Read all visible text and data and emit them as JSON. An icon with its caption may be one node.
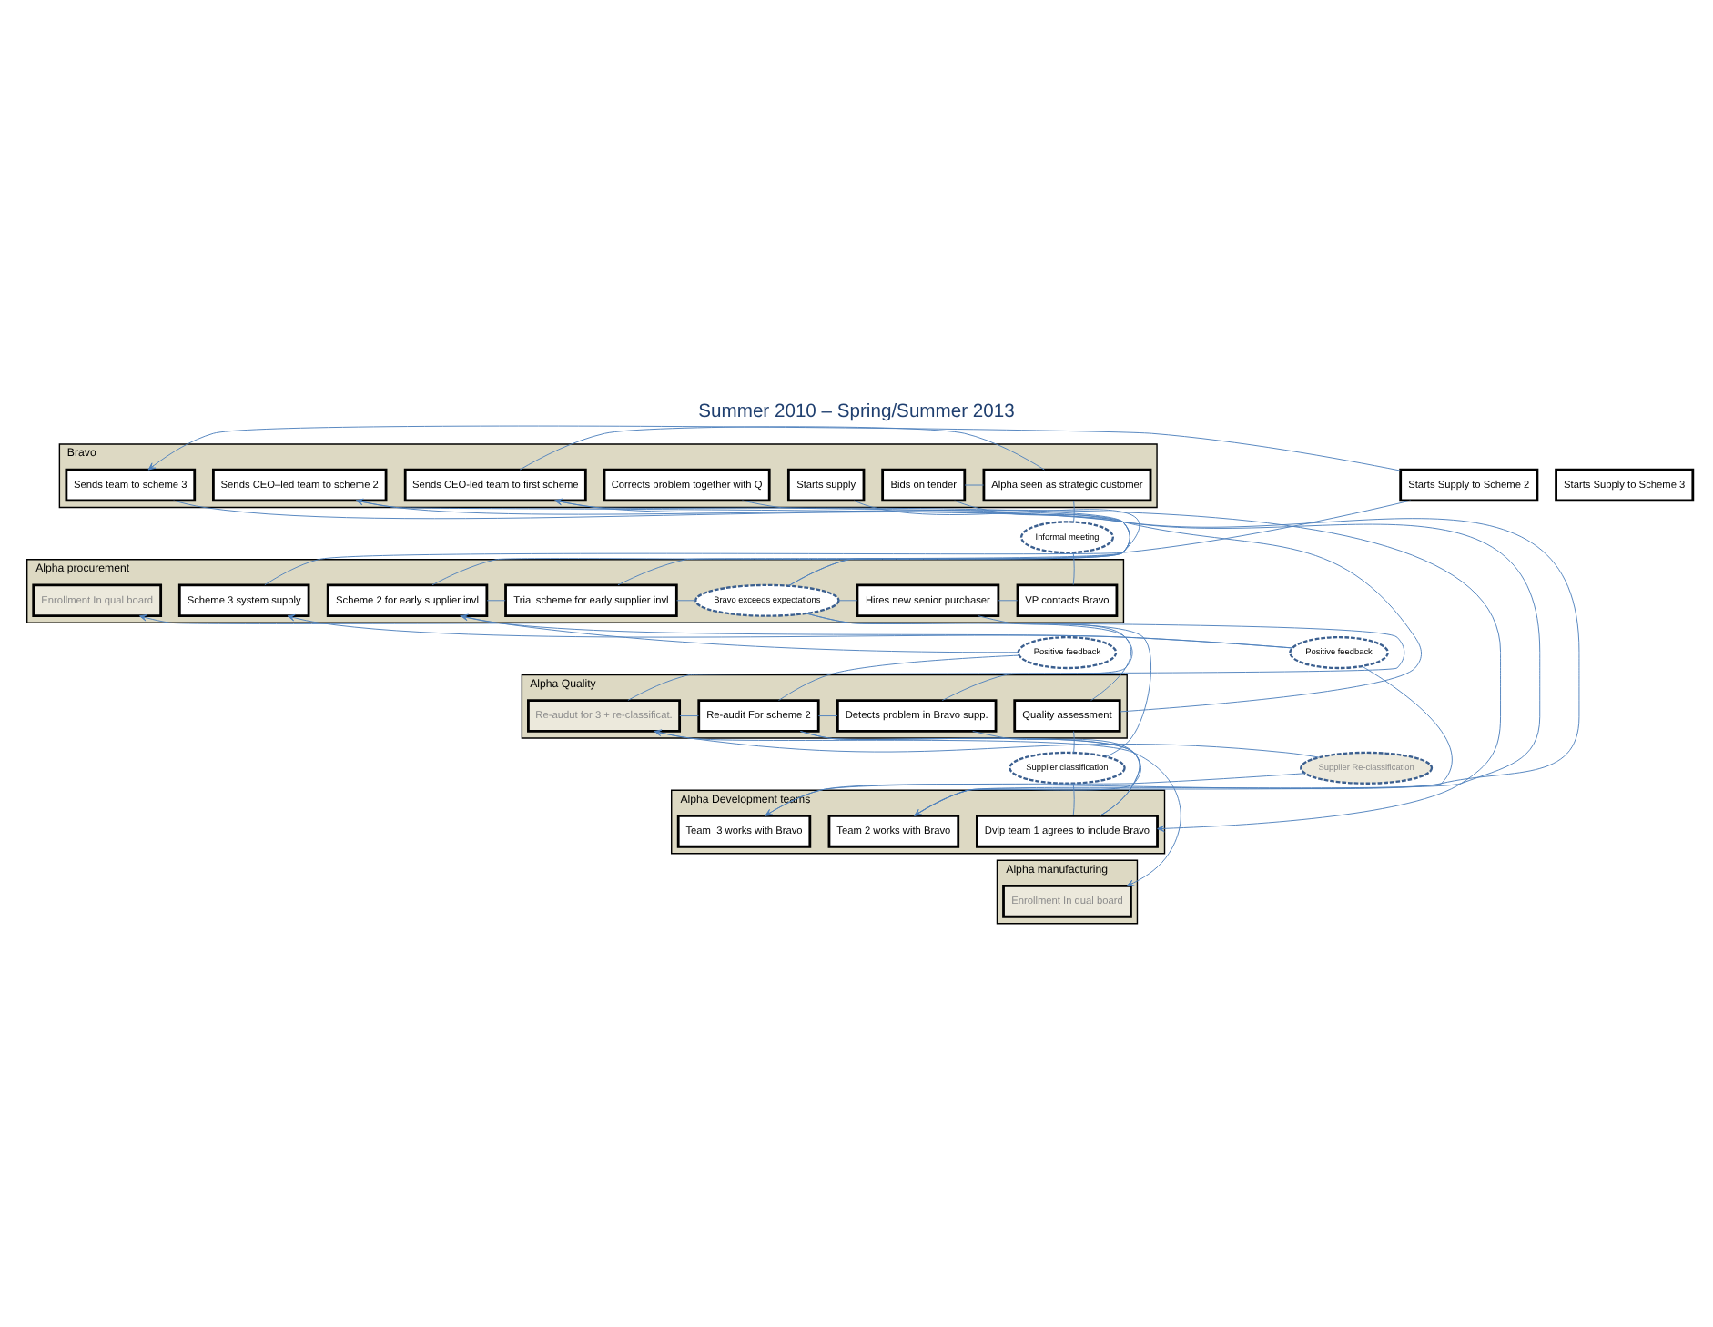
{
  "diagram": {
    "title": "Summer 2010 – Spring/Summer 2013",
    "nodes": [
      {
        "text": [
          "Bravo"
        ]
      },
      {
        "text": [
          "Alpha procurement"
        ]
      },
      {
        "text": [
          "Alpha Quality"
        ]
      },
      {
        "text": [
          "Alpha Development teams"
        ]
      },
      {
        "text": [
          "Alpha manufacturing"
        ]
      },
      {
        "text": [
          "Alpha seen as strategic customer"
        ],
        "in": 0
      },
      {
        "text": [
          "Bids on tender"
        ],
        "in": 0
      },
      {
        "text": [
          "Starts supply"
        ],
        "in": 0
      },
      {
        "text": [
          "Corrects problem together with Q"
        ],
        "in": 0
      },
      {
        "text": [
          "Sends CEO-led team to first scheme"
        ],
        "in": 0
      },
      {
        "text": [
          "Sends CEO–led team to scheme 2"
        ],
        "in": 0
      },
      {
        "text": [
          "Sends team to scheme 3"
        ],
        "in": 0
      },
      {
        "text": [
          "Starts Supply to Scheme 2"
        ]
      },
      {
        "text": [
          "Starts Supply to Scheme 3"
        ]
      },
      {
        "text": [
          "Informal meeting"
        ]
      },
      {
        "text": [
          "VP contacts Bravo"
        ],
        "in": 1
      },
      {
        "text": [
          "Hires new senior purchaser"
        ],
        "in": 1
      },
      {
        "text": [
          "Bravo exceeds expectations"
        ],
        "in": 1
      },
      {
        "text": [
          "Trial scheme for early supplier invl"
        ],
        "in": 1
      },
      {
        "text": [
          "Scheme 2 for early supplier invl"
        ],
        "in": 1
      },
      {
        "text": [
          "Scheme 3 system supply"
        ],
        "in": 1
      },
      {
        "text": [
          "Enrollment In qual board"
        ],
        "in": 1
      },
      {
        "text": [
          "Positive feedback"
        ]
      },
      {
        "text": [
          "Positive feedback"
        ]
      },
      {
        "text": [
          "Quality assessment"
        ],
        "in": 2
      },
      {
        "text": [
          "Detects problem in Bravo supp."
        ],
        "in": 2
      },
      {
        "text": [
          "Re-audit For scheme 2"
        ],
        "in": 2
      },
      {
        "text": [
          "Re-audut for 3 + re-classificat."
        ],
        "in": 2
      },
      {
        "text": [
          "Supplier classification"
        ]
      },
      {
        "text": [
          "Supplier Re-classification"
        ]
      },
      {
        "text": [
          "Dvlp team 1 agrees to include Bravo"
        ],
        "in": 3
      },
      {
        "text": [
          "Team 2 works with Bravo"
        ],
        "in": 3
      },
      {
        "text": [
          "Team  3 works with Bravo"
        ],
        "in": 3
      },
      {
        "text": [
          "Enrollment In qual board"
        ],
        "in": 4
      }
    ],
    "edges": [
      {
        "from": 5,
        "to": 6,
        "arrow": "none"
      },
      {
        "from": 5,
        "to": 9,
        "arrow": "none"
      },
      {
        "from": 5,
        "to": 14,
        "arrow": "none"
      },
      {
        "from": 14,
        "to": 15,
        "arrow": "none"
      },
      {
        "from": 15,
        "to": 16,
        "arrow": "none"
      },
      {
        "from": 16,
        "to": 17,
        "arrow": "none"
      },
      {
        "from": 16,
        "to": 24,
        "arrow": "none"
      },
      {
        "from": 6,
        "to": 24,
        "arrow": "none"
      },
      {
        "from": 24,
        "to": 28,
        "arrow": "none"
      },
      {
        "from": 7,
        "to": 17,
        "arrow": "none"
      },
      {
        "from": 17,
        "to": 28,
        "arrow": "none"
      },
      {
        "from": 8,
        "to": 17,
        "arrow": "none"
      },
      {
        "from": 17,
        "to": 25,
        "arrow": "none"
      },
      {
        "from": 17,
        "to": 18,
        "arrow": "none"
      },
      {
        "from": 28,
        "to": 30,
        "arrow": "none"
      },
      {
        "from": 25,
        "to": 30,
        "arrow": "none"
      },
      {
        "from": 25,
        "to": 26,
        "arrow": "none"
      },
      {
        "from": 18,
        "to": 9,
        "arrow": "to"
      },
      {
        "from": 9,
        "to": 30,
        "arrow": "to"
      },
      {
        "from": 18,
        "to": 19,
        "arrow": "none"
      },
      {
        "from": 19,
        "to": 10,
        "arrow": "to"
      },
      {
        "from": 22,
        "to": 19,
        "arrow": "to"
      },
      {
        "from": 26,
        "to": 22,
        "arrow": "none"
      },
      {
        "from": 26,
        "to": 30,
        "arrow": "none"
      },
      {
        "from": 26,
        "to": 31,
        "arrow": "none"
      },
      {
        "from": 10,
        "to": 31,
        "arrow": "to"
      },
      {
        "from": 19,
        "to": 23,
        "arrow": "none"
      },
      {
        "from": 23,
        "to": 20,
        "arrow": "to"
      },
      {
        "from": 31,
        "to": 23,
        "arrow": "none"
      },
      {
        "from": 12,
        "to": 11,
        "arrow": "to"
      },
      {
        "from": 12,
        "to": 20,
        "arrow": "none"
      },
      {
        "from": 26,
        "to": 27,
        "arrow": "none"
      },
      {
        "from": 11,
        "to": 32,
        "arrow": "to"
      },
      {
        "from": 32,
        "to": 29,
        "arrow": "none"
      },
      {
        "from": 29,
        "to": 27,
        "arrow": "to"
      },
      {
        "from": 27,
        "to": 21,
        "arrow": "to"
      },
      {
        "from": 27,
        "to": 33,
        "arrow": "to"
      }
    ]
  }
}
